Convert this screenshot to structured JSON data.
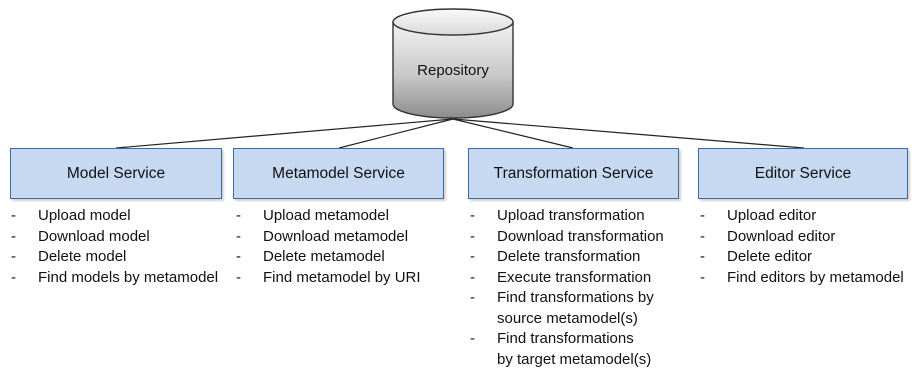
{
  "repository": {
    "label": "Repository"
  },
  "services": [
    {
      "id": "model",
      "title": "Model Service",
      "operations": [
        "Upload model",
        "Download model",
        "Delete model",
        "Find models by metamodel"
      ]
    },
    {
      "id": "metamodel",
      "title": "Metamodel Service",
      "operations": [
        "Upload metamodel",
        "Download metamodel",
        "Delete metamodel",
        "Find metamodel by URI"
      ]
    },
    {
      "id": "transformation",
      "title": "Transformation Service",
      "operations": [
        "Upload transformation",
        "Download transformation",
        "Delete transformation",
        "Execute transformation",
        "Find transformations by\nsource metamodel(s)",
        "Find transformations\nby target metamodel(s)"
      ]
    },
    {
      "id": "editor",
      "title": "Editor Service",
      "operations": [
        "Upload editor",
        "Download editor",
        "Delete editor",
        "Find editors by metamodel"
      ]
    }
  ],
  "colors": {
    "box_fill": "#c6d9f1",
    "box_border": "#3d6aa3",
    "cylinder_light": "#e8e8e8",
    "cylinder_dark": "#8c8c8c"
  }
}
